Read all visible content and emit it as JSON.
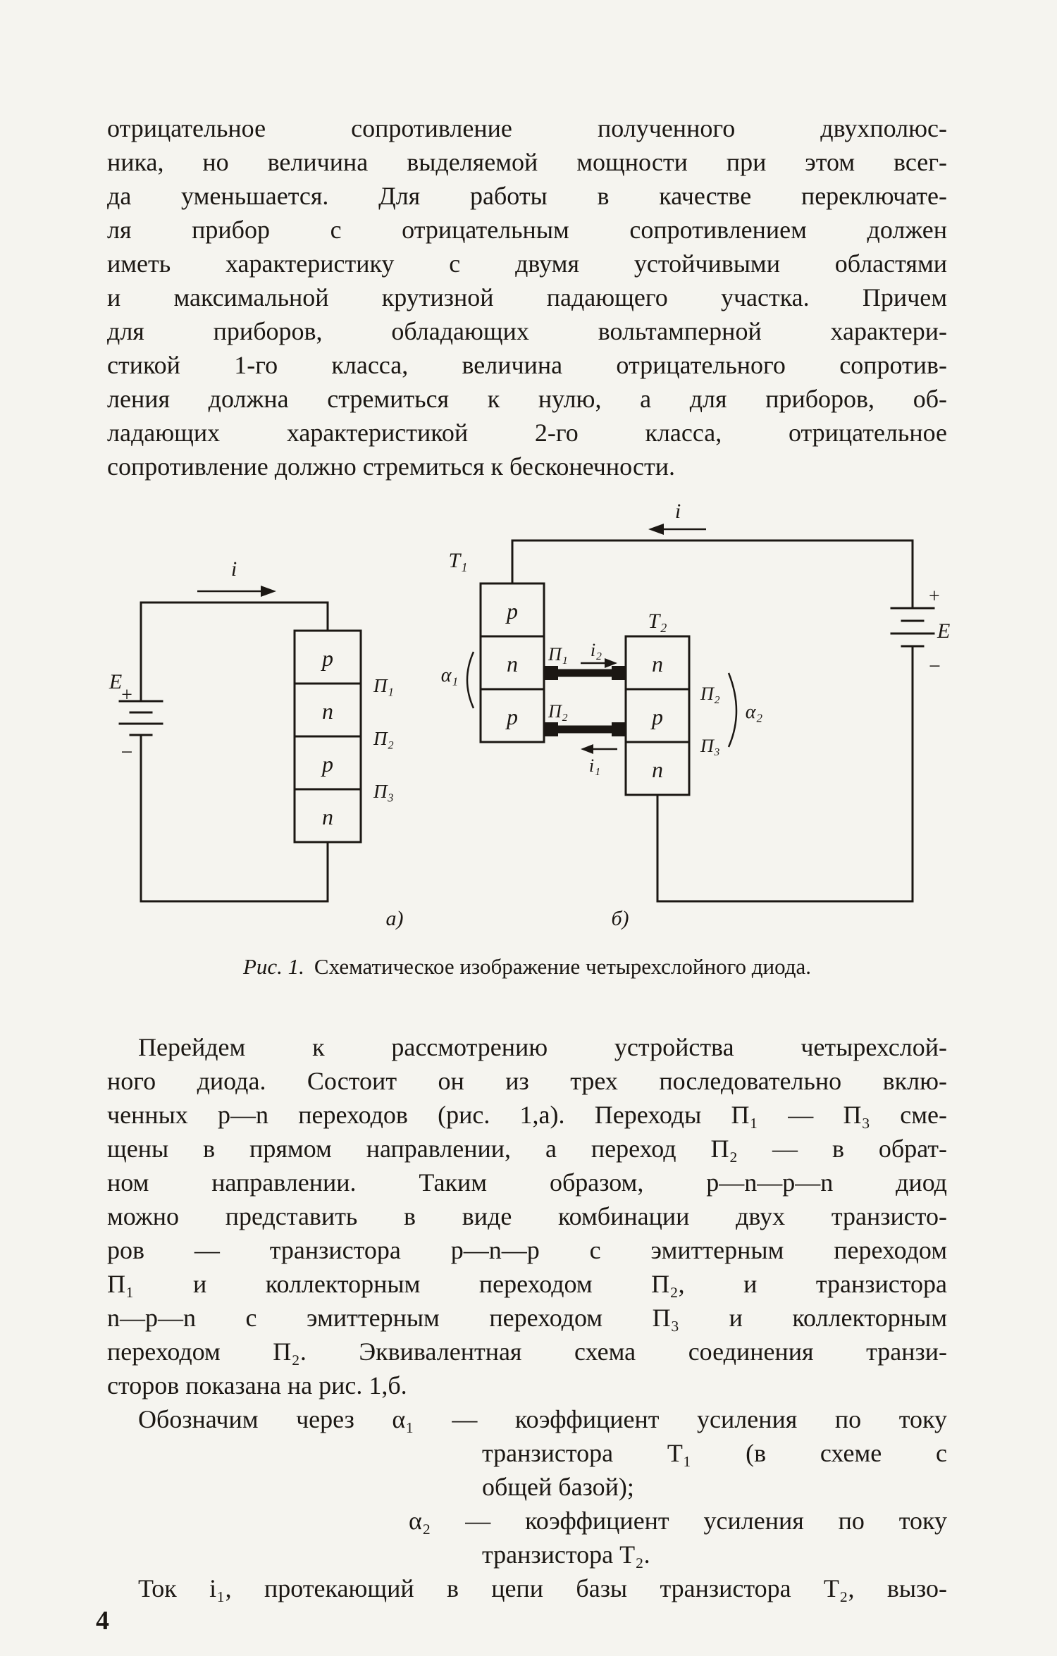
{
  "page": {
    "number": "4"
  },
  "p1": {
    "lines": [
      "отрицательное сопротивление полученного двухполюс-",
      "ника, но величина выделяемой мощности при этом всег-",
      "да уменьшается. Для работы в качестве переключате-",
      "ля прибор с отрицательным сопротивлением должен",
      "иметь характеристику с двумя устойчивыми областями",
      "и максимальной крутизной падающего участка. Причем",
      "для приборов, обладающих вольтамперной характери-",
      "стикой 1-го класса, величина отрицательного сопротив-",
      "ления должна стремиться к нулю, а для приборов, об-",
      "ладающих характеристикой 2-го класса, отрицательное",
      "сопротивление должно стремиться к бесконечности."
    ]
  },
  "figure": {
    "caption": {
      "prefix": "Рис. 1.",
      "text": "Схематическое изображение четырехслойного диода."
    },
    "a": {
      "sublabel": "а)",
      "current": "i",
      "e": "E",
      "plus": "+",
      "minus": "−",
      "layers": [
        "p",
        "n",
        "p",
        "n"
      ],
      "junctions": [
        "П₁",
        "П₂",
        "П₃"
      ]
    },
    "b": {
      "sublabel": "б)",
      "current": "i",
      "e": "E",
      "plus": "+",
      "minus": "−",
      "t1": "Т₁",
      "t2": "Т₂",
      "t1_layers": [
        "p",
        "n",
        "p"
      ],
      "t2_layers": [
        "n",
        "p",
        "n"
      ],
      "p1": "П₁",
      "p2": "П₂",
      "i2": "i₂",
      "i1": "i₁",
      "alpha1": "α₁",
      "alpha2": "α₂",
      "r_p2": "П₂",
      "r_p3": "П₃"
    }
  },
  "p2": {
    "lines": [
      "Перейдем к рассмотрению устройства четырехслой-",
      "ного диода. Состоит он из трех последовательно вклю-",
      "ченных p—n переходов (рис. 1,а). Переходы П₁ — П₃ сме-",
      "щены в прямом направлении, а переход П₂ — в обрат-",
      "ном направлении. Таким образом, p—n—p—n диод",
      "можно представить в виде комбинации двух транзисто-",
      "ров — транзистора p—n—p с эмиттерным переходом",
      "П₁ и коллекторным переходом П₂, и транзистора",
      "n—p—n с эмиттерным переходом П₃ и коллекторным",
      "переходом П₂. Эквивалентная схема соединения транзи-",
      "сторов показана на рис. 1,б."
    ]
  },
  "defs": {
    "lines": [
      "Обозначим через α₁ — коэффициент усиления по току",
      "транзистора Т₁ (в схеме с",
      "общей базой);",
      "α₂ — коэффициент усиления по току",
      "транзистора Т₂.",
      "Ток i₁, протекающий в цепи базы транзистора Т₂, вызо-"
    ]
  }
}
